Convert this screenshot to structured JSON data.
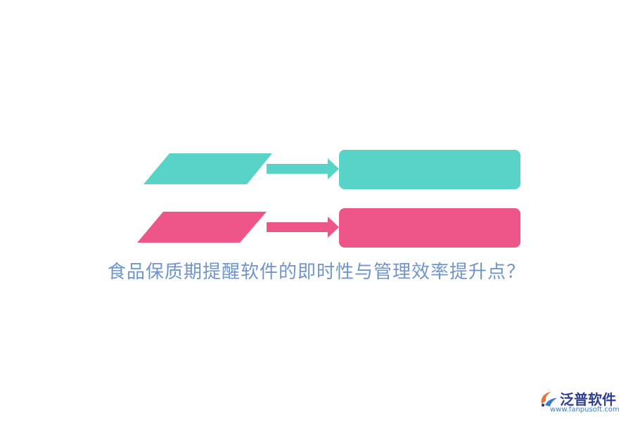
{
  "title": "食品保质期提醒软件的即时性与管理效率提升点？",
  "colors": {
    "teal": "#57d3c8",
    "pink": "#ee5689",
    "title": "#6f95cf"
  },
  "rows": [
    {
      "name": "row-1",
      "color": "teal"
    },
    {
      "name": "row-2",
      "color": "pink"
    }
  ],
  "logo": {
    "name": "泛普软件",
    "url": "www.fanpusoft.com",
    "icon": "fanpu-logo-icon"
  }
}
